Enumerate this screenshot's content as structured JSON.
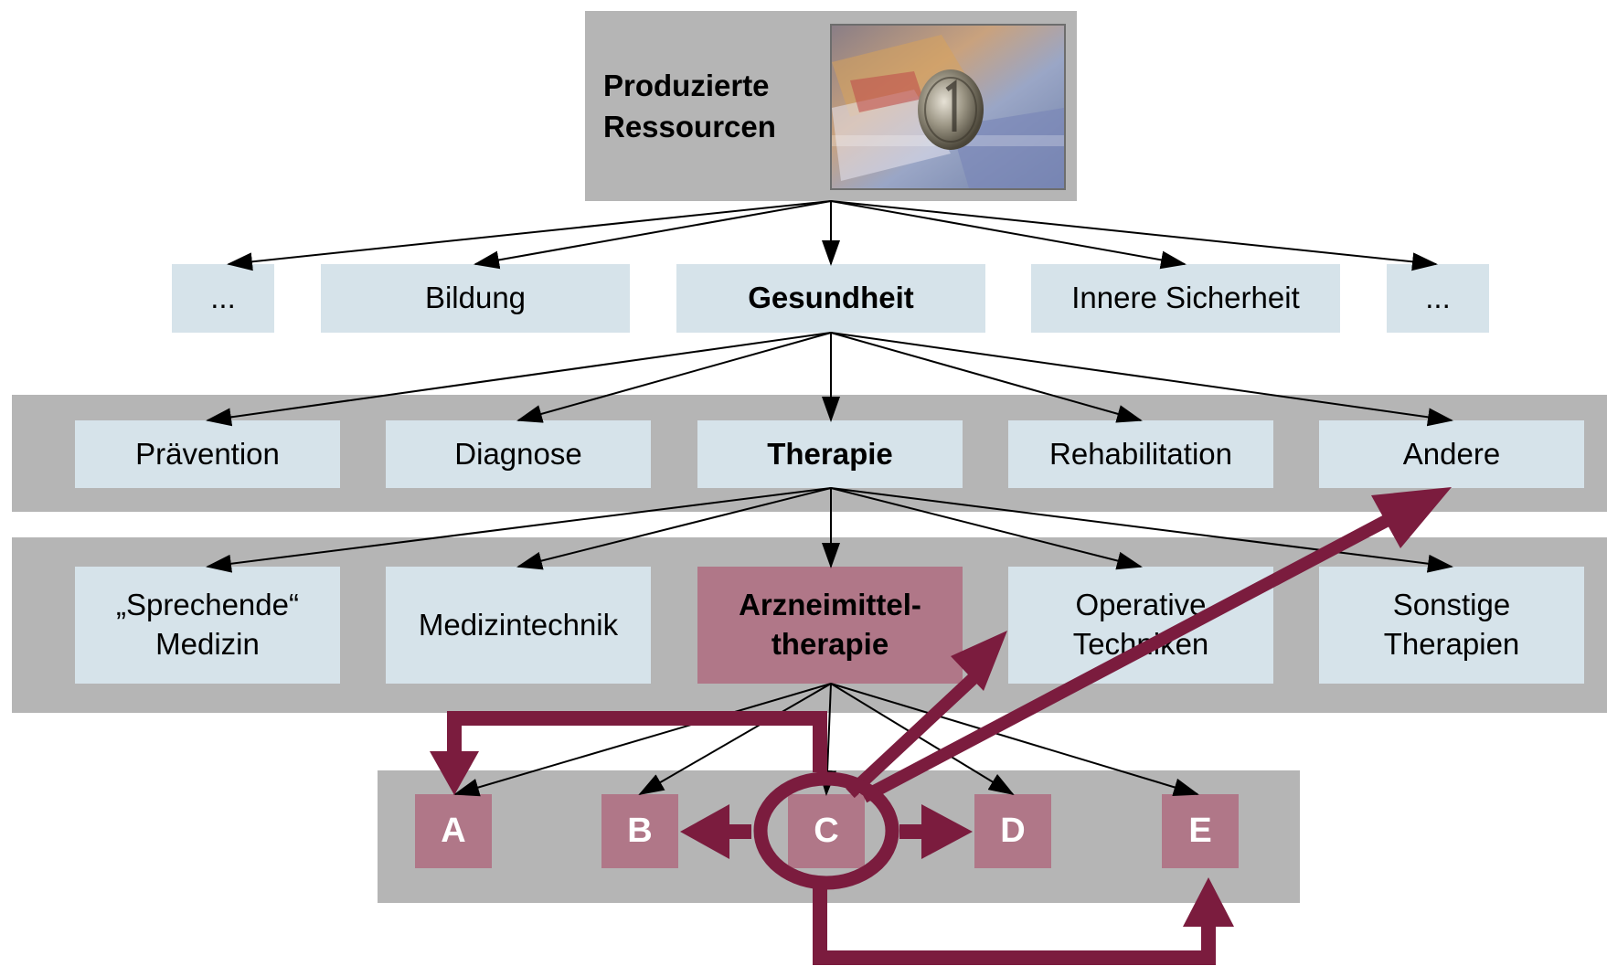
{
  "root": {
    "title_line1": "Produzierte",
    "title_line2": "Ressourcen",
    "image": "money-photo"
  },
  "level1": [
    {
      "label": "...",
      "bold": false
    },
    {
      "label": "Bildung",
      "bold": false
    },
    {
      "label": "Gesundheit",
      "bold": true
    },
    {
      "label": "Innere Sicherheit",
      "bold": false
    },
    {
      "label": "...",
      "bold": false
    }
  ],
  "level2": [
    {
      "label": "Prävention"
    },
    {
      "label": "Diagnose"
    },
    {
      "label": "Therapie"
    },
    {
      "label": "Rehabilitation"
    },
    {
      "label": "Andere"
    }
  ],
  "level3": [
    {
      "line1": "„Sprechende“",
      "line2": "Medizin"
    },
    {
      "line1": "Medizintechnik",
      "line2": ""
    },
    {
      "line1": "Arzneimittel-",
      "line2": "therapie"
    },
    {
      "line1": "Operative",
      "line2": "Techniken"
    },
    {
      "line1": "Sonstige",
      "line2": "Therapien"
    }
  ],
  "level4": [
    "A",
    "B",
    "C",
    "D",
    "E"
  ],
  "colors": {
    "band": "#b5b5b5",
    "box": "#d6e3ea",
    "highlight": "#b07788",
    "accent_arrow": "#7b1c3e"
  }
}
